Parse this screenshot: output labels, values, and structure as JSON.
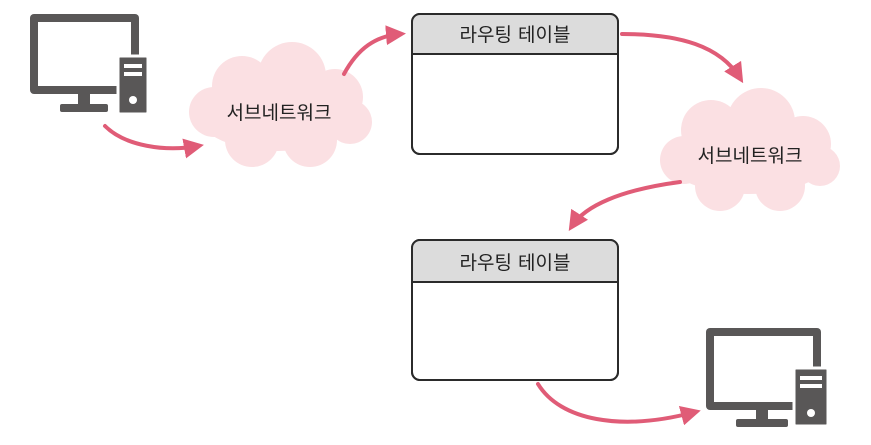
{
  "routing_tables": [
    {
      "title": "라우팅 테이블"
    },
    {
      "title": "라우팅 테이블"
    }
  ],
  "subnets": [
    {
      "label": "서브네트워크"
    },
    {
      "label": "서브네트워크"
    }
  ],
  "icons": {
    "source": "desktop-computer-icon",
    "destination": "desktop-computer-icon"
  },
  "colors": {
    "arrow": "#e05c77",
    "cloud": "#fbe0e3",
    "device": "#595757",
    "table_header": "#dcdcdc",
    "table_border": "#2b2b2b"
  }
}
